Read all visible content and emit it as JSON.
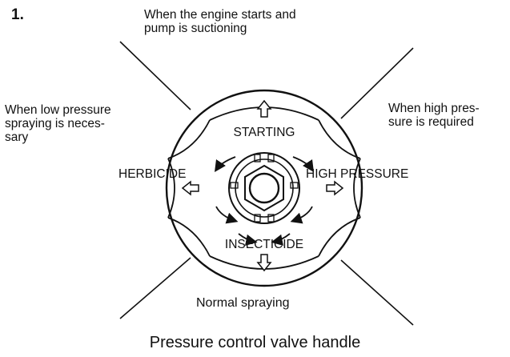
{
  "step_number": "1.",
  "notes": {
    "top": "When the engine starts and\npump is suctioning",
    "left": "When low pressure\nspraying is neces-\nsary",
    "right": "When high pres-\nsure is required",
    "bottom": "Normal spraying"
  },
  "dial": {
    "starting": "STARTING",
    "herbicide": "HERBICIDE",
    "high_pressure": "HIGH PRESSURE",
    "insecticide": "INSECTICIDE"
  },
  "caption": "Pressure control valve handle",
  "colors": {
    "ink": "#111111",
    "background": "#ffffff"
  }
}
